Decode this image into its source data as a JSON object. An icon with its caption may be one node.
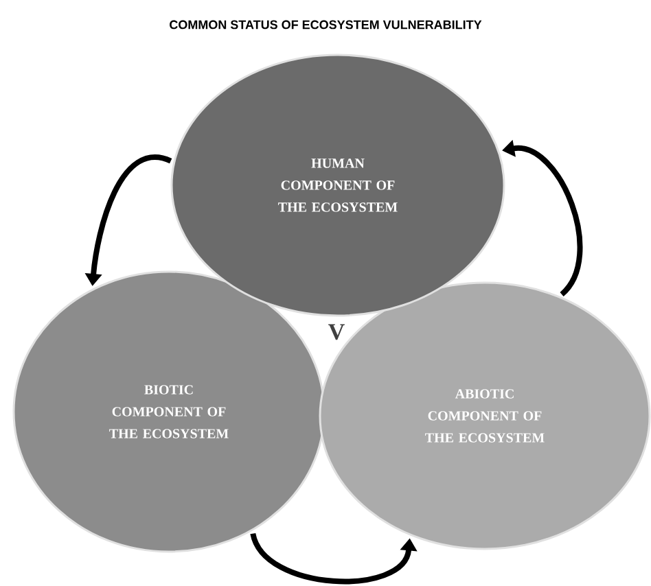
{
  "diagram": {
    "title": "COMMON STATUS OF ECOSYSTEM VULNERABILITY",
    "nodes": [
      {
        "text": [
          "HUMAN COMPONENT OF THE ECOSYSTEM"
        ]
      },
      {
        "text": [
          "BIOTIC COMPONENT OF THE ECOSYSTEM"
        ]
      },
      {
        "text": [
          "ABIOTIC COMPONENT OF THE ECOSYSTEM"
        ]
      }
    ],
    "edges": [
      {
        "from": 0,
        "to": 1,
        "arrow": "to"
      },
      {
        "from": 2,
        "to": 0,
        "arrow": "to"
      },
      {
        "from": 1,
        "to": 2,
        "arrow": "to"
      }
    ],
    "labels": [
      "V"
    ]
  }
}
